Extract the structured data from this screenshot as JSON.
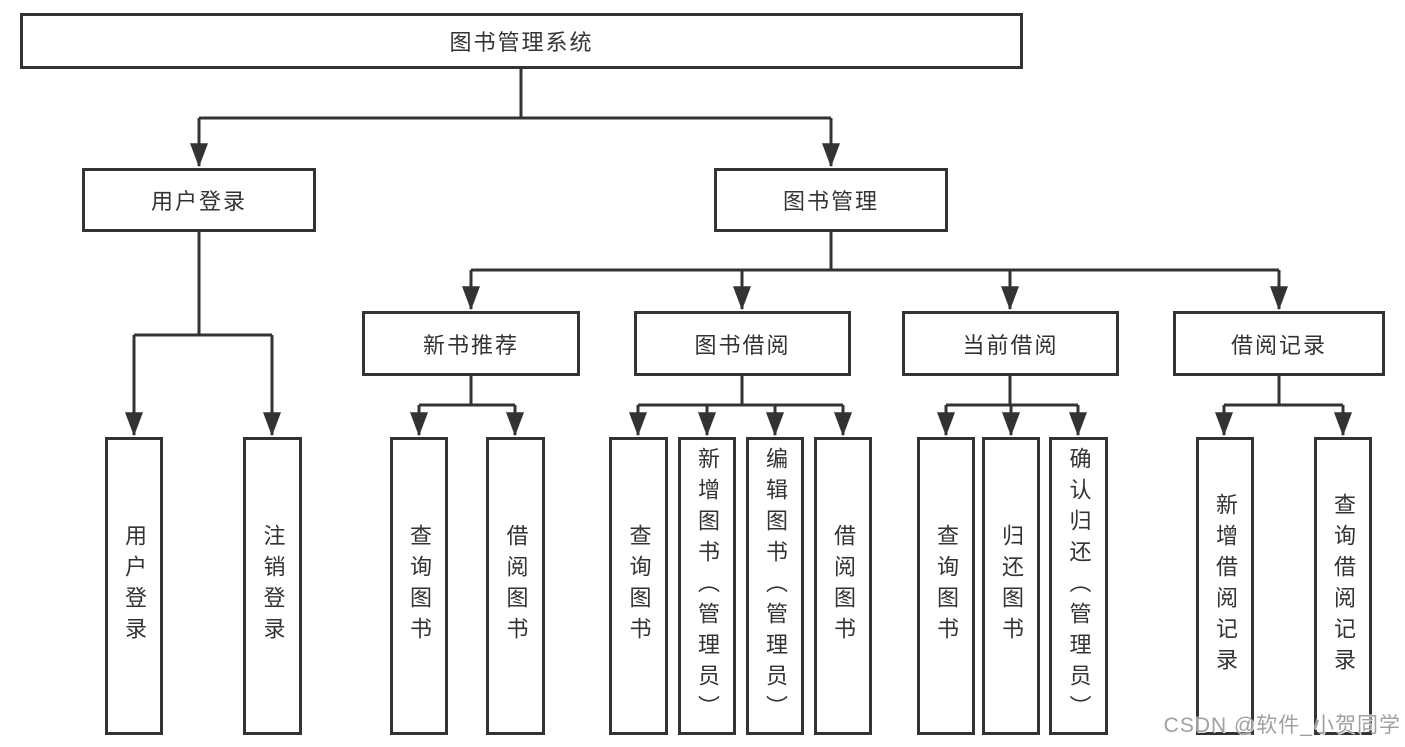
{
  "diagram": {
    "type": "hierarchy-tree",
    "colors": {
      "line": "#333333",
      "text": "#333333",
      "background": "#ffffff",
      "watermark_gray": "#a0a0a0"
    },
    "orientation": "top-down",
    "leaf_text_direction": "vertical"
  },
  "tree": {
    "root": {
      "label": "图书管理系统",
      "children": [
        {
          "label": "用户登录",
          "children": [
            {
              "label": "用户登录"
            },
            {
              "label": "注销登录"
            }
          ]
        },
        {
          "label": "图书管理",
          "children": [
            {
              "label": "新书推荐",
              "children": [
                {
                  "label": "查询图书"
                },
                {
                  "label": "借阅图书"
                }
              ]
            },
            {
              "label": "图书借阅",
              "children": [
                {
                  "label": "查询图书"
                },
                {
                  "label": "新增图书（管理员）"
                },
                {
                  "label": "编辑图书（管理员）"
                },
                {
                  "label": "借阅图书"
                }
              ]
            },
            {
              "label": "当前借阅",
              "children": [
                {
                  "label": "查询图书"
                },
                {
                  "label": "归还图书"
                },
                {
                  "label": "确认归还（管理员）"
                }
              ]
            },
            {
              "label": "借阅记录",
              "children": [
                {
                  "label": "新增借阅记录"
                },
                {
                  "label": "查询借阅记录"
                }
              ]
            }
          ]
        }
      ]
    }
  },
  "watermark": {
    "text": "CSDN @软件_小贺同学"
  }
}
